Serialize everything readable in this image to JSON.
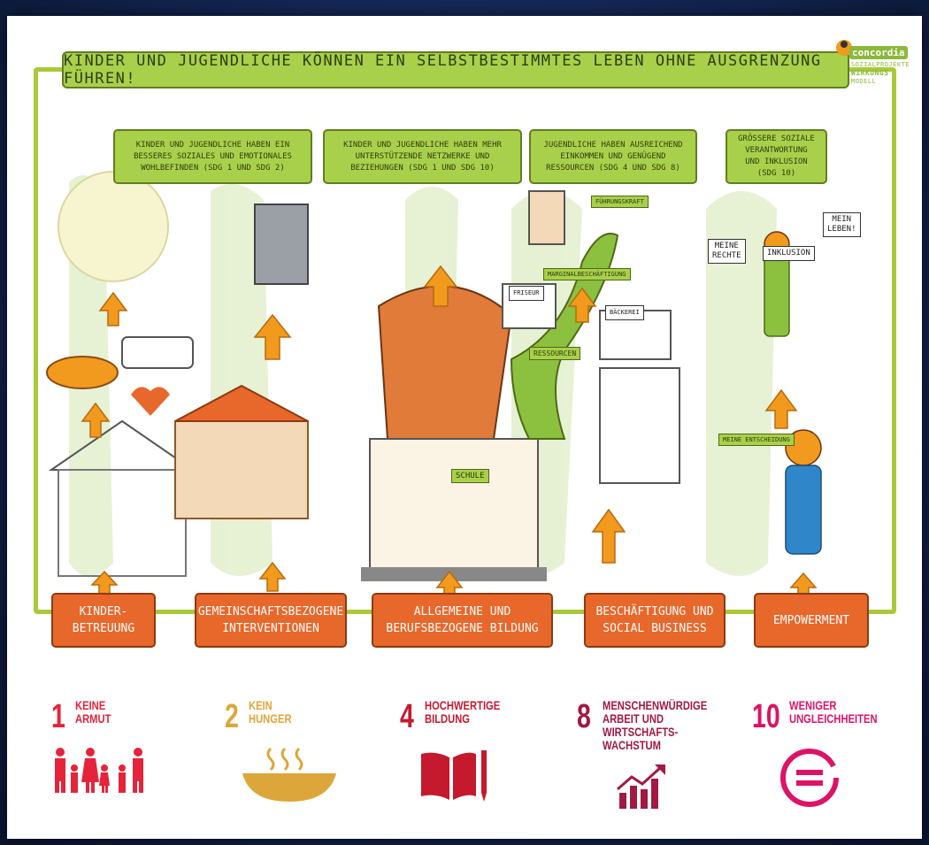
{
  "title": "KINDER UND JUGENDLICHE KÖNNEN EIN SELBSTBESTIMMTES LEBEN OHNE AUSGRENZUNG FÜHREN!",
  "logo": {
    "name": "concordia",
    "line1": "SOZIALPROJEKTE",
    "line2": "WIRKUNGS",
    "line3": "MODELL"
  },
  "outcomes": [
    "KINDER UND JUGENDLICHE HABEN EIN\nBESSERES SOZIALES UND EMOTIONALES\nWOHLBEFINDEN (SDG 1 UND SDG 2)",
    "KINDER UND JUGENDLICHE HABEN MEHR\nUNTERSTÜTZENDE NETZWERKE UND\nBEZIEHUNGEN (SDG 1 UND SDG 10)",
    "JUGENDLICHE HABEN AUSREICHEND\nEINKOMMEN UND GENÜGEND\nRESSOURCEN (SDG 4 UND SDG 8)",
    "GRÖSSERE SOZIALE\nVERANTWORTUNG\nUND INKLUSION\n(SDG 10)"
  ],
  "interventions": [
    "KINDER-\nBETREUUNG",
    "GEMEINSCHAFTSBEZOGENE\nINTERVENTIONEN",
    "ALLGEMEINE UND\nBERUFSBEZOGENE BILDUNG",
    "BESCHÄFTIGUNG UND\nSOCIAL BUSINESS",
    "EMPOWERMENT"
  ],
  "scene_labels": {
    "fuehrung": "FÜHRUNGSKRAFT",
    "friseur": "FRISEUR",
    "marginal": "MARGINALBESCHÄFTIGUNG",
    "bakery": "BÄCKEREI",
    "ressourcen": "RESSOURCEN",
    "schule": "SCHULE",
    "entscheidung": "MEINE\nENTSCHEIDUNG",
    "rechte": "MEINE\nRECHTE",
    "inklusion": "INKLUSION",
    "leben": "MEIN\nLEBEN!"
  },
  "sdgs": [
    {
      "number": "1",
      "label": "KEINE\nARMUT",
      "color": "#e5243b",
      "icon": "family-icon"
    },
    {
      "number": "2",
      "label": "KEIN\nHUNGER",
      "color": "#dda63a",
      "icon": "bowl-icon"
    },
    {
      "number": "4",
      "label": "HOCHWERTIGE\nBILDUNG",
      "color": "#c5192d",
      "icon": "book-icon"
    },
    {
      "number": "8",
      "label": "MENSCHENWÜRDIGE\nARBEIT UND\nWIRTSCHAFTS-\nWACHSTUM",
      "color": "#a21942",
      "icon": "growth-chart-icon"
    },
    {
      "number": "10",
      "label": "WENIGER\nUNGLEICHHEITEN",
      "color": "#dd1367",
      "icon": "equality-icon"
    }
  ]
}
